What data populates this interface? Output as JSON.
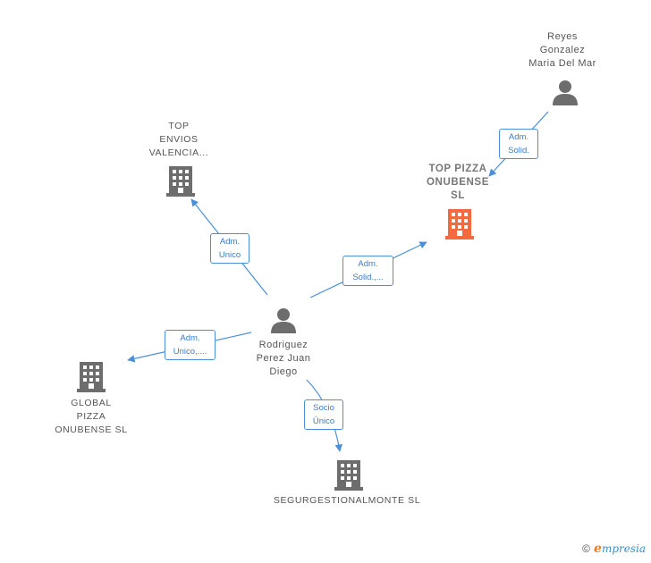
{
  "colors": {
    "edge": "#4a90d9",
    "icon_gray": "#6d6d6d",
    "icon_focus": "#f26a3d"
  },
  "nodes": {
    "reyes": {
      "label": "Reyes\nGonzalez\nMaria Del Mar",
      "icon": "person-icon"
    },
    "top_pizza": {
      "label": "TOP PIZZA\nONUBENSE\nSL",
      "icon": "building-icon"
    },
    "top_envios": {
      "label": "TOP\nENVIOS\nVALENCIA...",
      "icon": "building-icon"
    },
    "rodriguez": {
      "label": "Rodriguez\nPerez Juan\nDiego",
      "icon": "person-icon"
    },
    "global_pizza": {
      "label": "GLOBAL\nPIZZA\nONUBENSE  SL",
      "icon": "building-icon"
    },
    "segur": {
      "label": "SEGURGESTIONALMONTE SL",
      "icon": "building-icon"
    }
  },
  "edges": {
    "reyes_top_pizza": "Adm.\nSolid.",
    "rodriguez_top_envios": "Adm.\nUnico",
    "rodriguez_top_pizza": "Adm.\nSolid.,...",
    "rodriguez_global_pizza": "Adm.\nUnico,....",
    "rodriguez_segur": "Socio\nÚnico"
  },
  "footer": {
    "copyright": "©",
    "brand_initial": "e",
    "brand_rest": "mpresia"
  }
}
